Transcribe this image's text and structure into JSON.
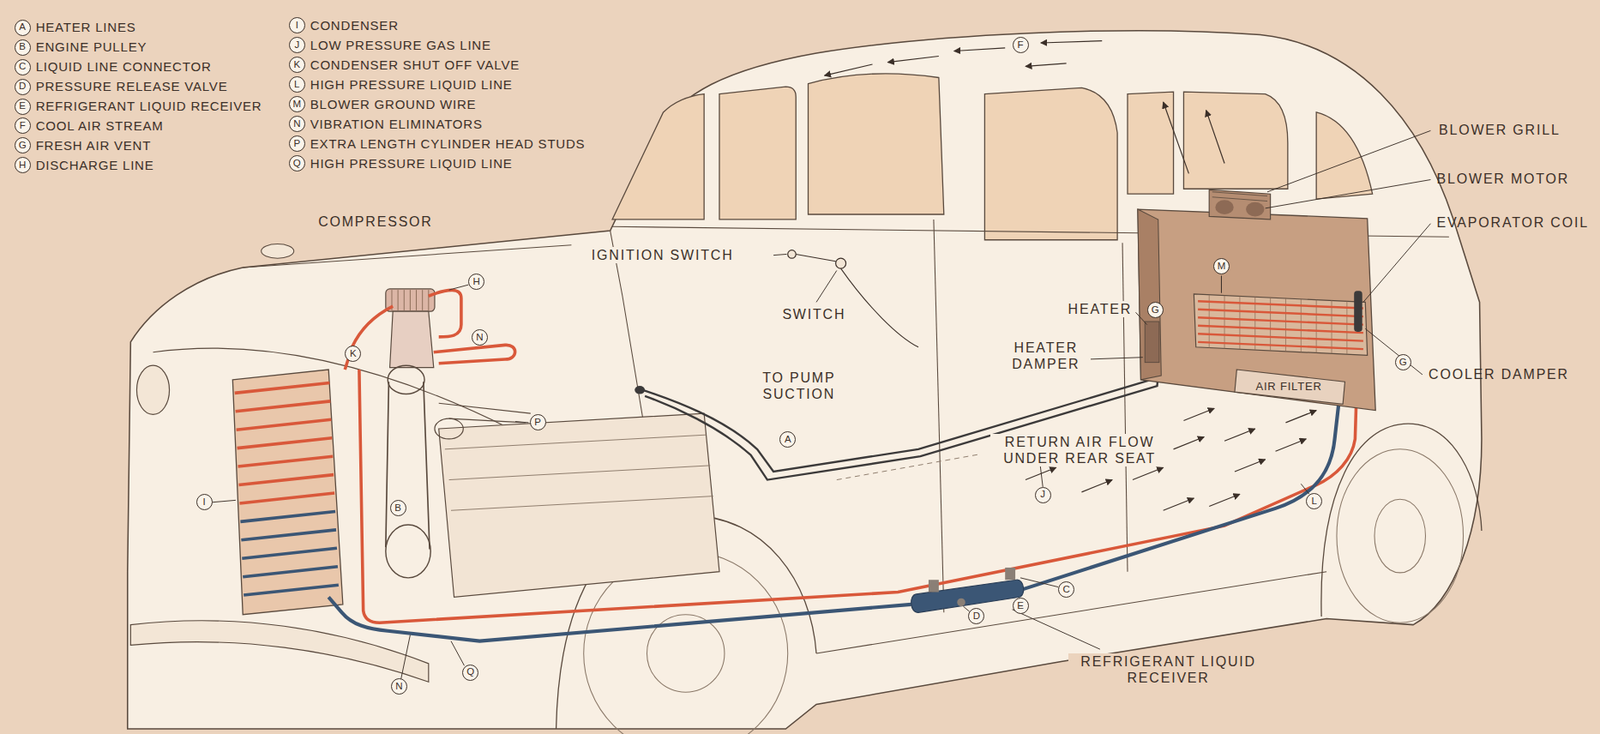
{
  "diagram": {
    "nodes": [
      {
        "text": [
          "A"
        ]
      },
      {
        "text": [
          "B"
        ]
      },
      {
        "text": [
          "C"
        ]
      },
      {
        "text": [
          "D"
        ]
      },
      {
        "text": [
          "E"
        ]
      },
      {
        "text": [
          "F"
        ]
      },
      {
        "text": [
          "G"
        ]
      },
      {
        "text": [
          "H"
        ]
      },
      {
        "text": [
          "I"
        ]
      },
      {
        "text": [
          "J"
        ]
      },
      {
        "text": [
          "K"
        ]
      },
      {
        "text": [
          "L"
        ]
      },
      {
        "text": [
          "M"
        ]
      },
      {
        "text": [
          "N"
        ]
      },
      {
        "text": [
          "P"
        ]
      },
      {
        "text": [
          "Q"
        ]
      },
      {
        "text": [
          "F"
        ]
      },
      {
        "text": [
          "M"
        ]
      },
      {
        "text": [
          "H"
        ]
      },
      {
        "text": [
          "G"
        ]
      },
      {
        "text": [
          "N"
        ]
      },
      {
        "text": [
          "K"
        ]
      },
      {
        "text": [
          "G"
        ]
      },
      {
        "text": [
          "P"
        ]
      },
      {
        "text": [
          "A"
        ]
      },
      {
        "text": [
          "J"
        ]
      },
      {
        "text": [
          "L"
        ]
      },
      {
        "text": [
          "I"
        ]
      },
      {
        "text": [
          "B"
        ]
      },
      {
        "text": [
          "C"
        ]
      },
      {
        "text": [
          "E"
        ]
      },
      {
        "text": [
          "D"
        ]
      },
      {
        "text": [
          "Q"
        ]
      },
      {
        "text": [
          "N"
        ]
      }
    ],
    "labels": [
      "HEATER LINES",
      "ENGINE PULLEY",
      "LIQUID LINE CONNECTOR",
      "PRESSURE RELEASE VALVE",
      "REFRIGERANT LIQUID RECEIVER",
      "COOL AIR STREAM",
      "FRESH AIR VENT",
      "DISCHARGE LINE",
      "CONDENSER",
      "LOW PRESSURE GAS LINE",
      "CONDENSER SHUT OFF VALVE",
      "HIGH PRESSURE LIQUID LINE",
      "BLOWER GROUND WIRE",
      "VIBRATION ELIMINATORS",
      "EXTRA LENGTH CYLINDER HEAD STUDS",
      "HIGH PRESSURE LIQUID LINE",
      "COMPRESSOR",
      "IGNITION SWITCH",
      "SWITCH",
      "TO PUMP SUCTION",
      "HEATER",
      "HEATER DAMPER",
      "RETURN AIR FLOW UNDER REAR SEAT",
      "AIR FILTER",
      "BLOWER GRILL",
      "BLOWER MOTOR",
      "EVAPORATOR COIL",
      "COOLER DAMPER",
      "REFRIGERANT LIQUID RECEIVER"
    ]
  }
}
